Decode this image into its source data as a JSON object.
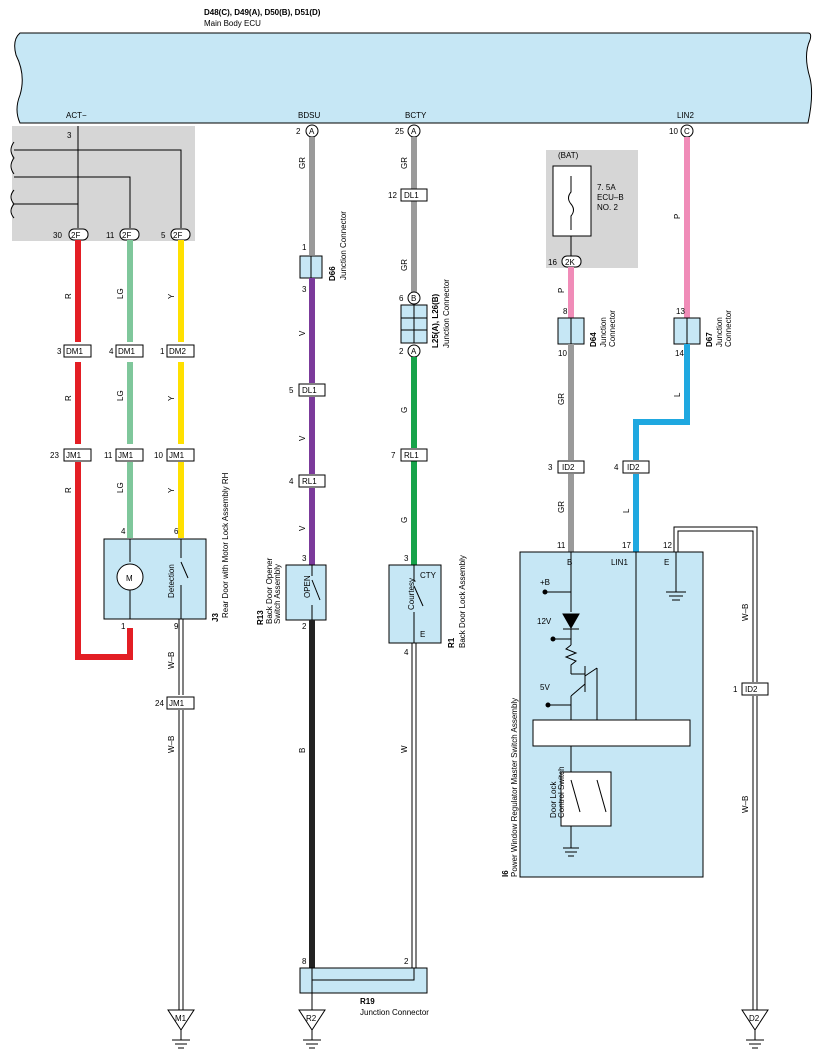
{
  "ecu": {
    "codes": "D48(C), D49(A), D50(B), D51(D)",
    "name": "Main Body ECU",
    "terminals": [
      "ACT−",
      "BDSU",
      "BCTY",
      "LIN2"
    ]
  },
  "pins": {
    "act_3": "3",
    "bdsu_2": "2",
    "bcty_25": "25",
    "lin2_10": "10",
    "f30": "30",
    "f11": "11",
    "f5": "5",
    "dm_3": "3",
    "dm_4": "4",
    "dm_1": "1",
    "jm_23": "23",
    "jm_11": "11",
    "jm_10": "10",
    "j3_4": "4",
    "j3_6": "6",
    "j3_1": "1",
    "j3_9": "9",
    "jm1_24": "24",
    "d66_1": "1",
    "d66_3": "3",
    "dl1_5": "5",
    "rl1_4": "4",
    "r13_3": "3",
    "r13_2": "2",
    "dl1_12": "12",
    "l25_6": "6",
    "l25_2": "2",
    "rl1_7": "7",
    "r1_3": "3",
    "r1_4": "4",
    "ecub_16": "16",
    "d64_8": "8",
    "d64_10": "10",
    "d67_13": "13",
    "d67_14": "14",
    "id2_3": "3",
    "id2_4": "4",
    "id2_1": "1",
    "i6_11": "11",
    "i6_17": "17",
    "i6_12": "12",
    "r19_8": "8",
    "r19_2": "2"
  },
  "connectors": {
    "2F": "2F",
    "DM1": "DM1",
    "DM2": "DM2",
    "JM1": "JM1",
    "DL1": "DL1",
    "RL1": "RL1",
    "ID2": "ID2",
    "2K": "2K",
    "A": "A",
    "B": "B",
    "C": "C",
    "M1": "M1",
    "R2": "R2",
    "D2": "D2"
  },
  "wire_colors": {
    "R": "R",
    "LG": "LG",
    "Y": "Y",
    "GR": "GR",
    "V": "V",
    "G": "G",
    "P": "P",
    "L": "L",
    "W_B": "W–B",
    "B": "B",
    "W": "W"
  },
  "components": {
    "j3_code": "J3",
    "j3_name": "Rear Door with Motor Lock Assembly RH",
    "j3_detection": "Detection",
    "j3_motor": "M",
    "r13_code": "R13",
    "r13_name_1": "Back Door Opener",
    "r13_name_2": "Switch Assembly",
    "r13_open": "OPEN",
    "r1_code": "R1",
    "r1_name": "Back Door Lock Assembly",
    "r1_courtesy": "Courtesy",
    "r1_cty": "CTY",
    "r1_e": "E",
    "d66_code": "D66",
    "d66_name": "Junction Connector",
    "l25_code": "L25(A), L26(B)",
    "l25_name": "Junction Connector",
    "d64_code": "D64",
    "d64_name_1": "Junction",
    "d64_name_2": "Connector",
    "d67_code": "D67",
    "d67_name_1": "Junction",
    "d67_name_2": "Connector",
    "r19_code": "R19",
    "r19_name": "Junction Connector",
    "bat": "(BAT)",
    "fuse_1": "7. 5A",
    "fuse_2": "ECU–B",
    "fuse_3": "NO. 2",
    "i6_code": "I6",
    "i6_name": "Power Window Regulator Master Switch Assembly",
    "i6_b": "B",
    "i6_lin1": "LIN1",
    "i6_e": "E",
    "i6_plusb": "+B",
    "i6_12v": "12V",
    "i6_5v": "5V",
    "i6_dlcs_1": "Door Lock",
    "i6_dlcs_2": "Control Switch"
  },
  "colors": {
    "ecu_fill": "#c6e7f5",
    "gray_area": "#d6d6d6",
    "red": "#e31e24",
    "lg": "#7fc79b",
    "yellow": "#ffe000",
    "gray": "#9a9a9a",
    "violet": "#7b3a9b",
    "green": "#17a34a",
    "pink": "#f08cb8",
    "blue": "#1fa8e0",
    "black": "#222222"
  }
}
